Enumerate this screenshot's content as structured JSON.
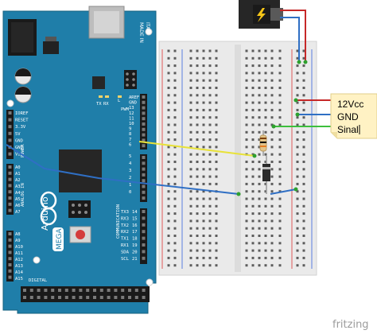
{
  "board": {
    "brand": "Arduino",
    "model": "MEGA",
    "made_in": [
      "MADE IN",
      "ITALY"
    ],
    "communication_label": "COMMUNICATION",
    "analog_label": "ANALOG IN",
    "power_label": "POWER",
    "digital_label": "DIGITAL",
    "pwm_label": "PWM",
    "tx_label": "TX",
    "rx_label": "RX",
    "l_label": "L",
    "power_pins": [
      "IOREF",
      "RESET",
      "3.3V",
      "5V",
      "GND",
      "GND",
      "Vin"
    ],
    "analog_pins": [
      "A0",
      "A1",
      "A2",
      "A3",
      "A4",
      "A5",
      "A6",
      "A7",
      "A8",
      "A9",
      "A10",
      "A11",
      "A12",
      "A13",
      "A14",
      "A15"
    ],
    "header_pins": [
      "AREF",
      "GND",
      "13",
      "12",
      "11",
      "10",
      "9",
      "8",
      "7",
      "6",
      "5",
      "4",
      "3",
      "2",
      "1",
      "0"
    ],
    "comm_pins": [
      "14",
      "15",
      "16",
      "17",
      "18",
      "19",
      "20",
      "21"
    ],
    "comm_labels": [
      "TX3",
      "RX3",
      "TX2",
      "RX2",
      "TX1",
      "RX1",
      "SDA",
      "SCL"
    ]
  },
  "note": {
    "lines": [
      "12Vcc",
      "GND",
      "Sinal"
    ]
  },
  "watermark": "fritzing",
  "colors": {
    "board_blue": "#1b7ca8",
    "wire_red": "#c62828",
    "wire_blue": "#2f6fc4",
    "wire_green": "#3dbf3d",
    "wire_yellow": "#e8e23a",
    "note_bg": "#fff2c4"
  }
}
